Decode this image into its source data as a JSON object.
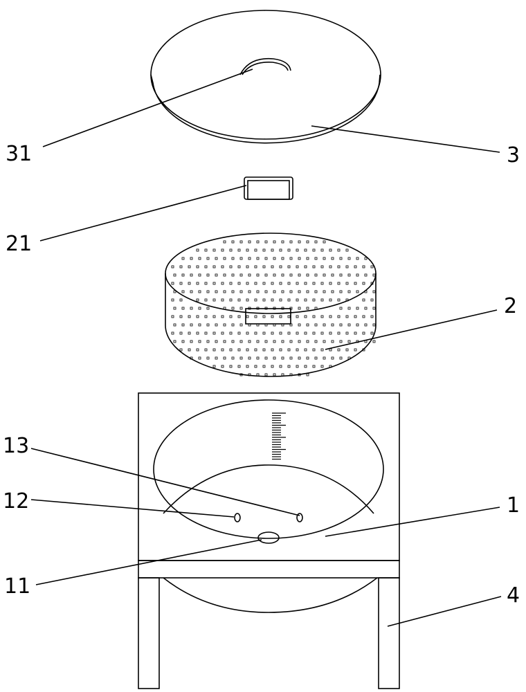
{
  "labels": {
    "lid_handle": "31",
    "lid": "3",
    "basket_handle": "21",
    "basket": "2",
    "hole_13": "13",
    "hole_12": "12",
    "basin": "1",
    "drain": "11",
    "stand": "4"
  },
  "colors": {
    "line": "#000000",
    "background": "#ffffff"
  }
}
